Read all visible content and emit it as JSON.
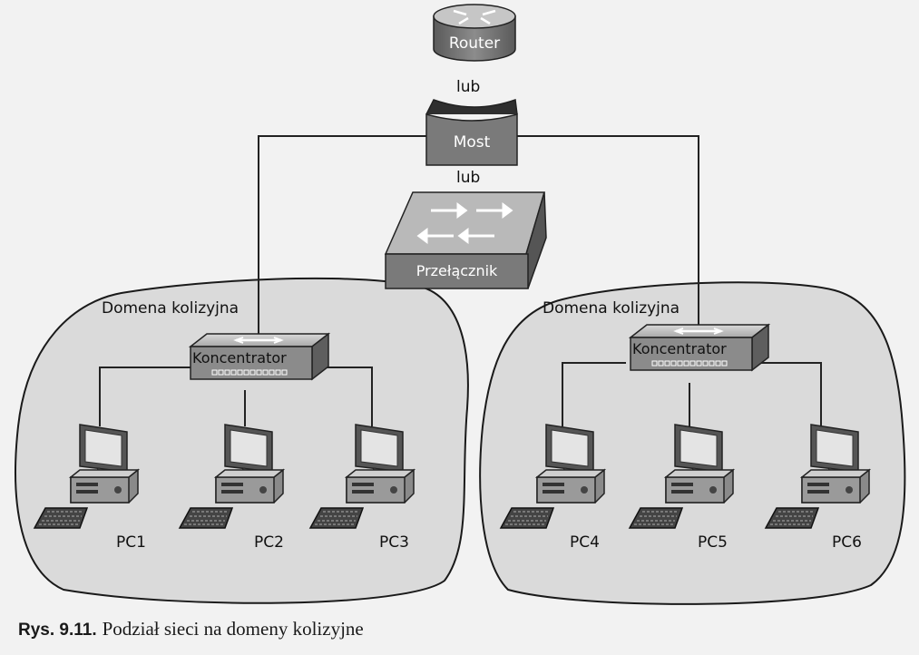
{
  "devices": {
    "router": "Router",
    "or_1": "lub",
    "bridge": "Most",
    "or_2": "lub",
    "switch": "Przełącznik"
  },
  "domains": [
    {
      "label": "Domena kolizyjna",
      "hub": "Koncentrator",
      "pcs": [
        "PC1",
        "PC2",
        "PC3"
      ]
    },
    {
      "label": "Domena kolizyjna",
      "hub": "Koncentrator",
      "pcs": [
        "PC4",
        "PC5",
        "PC6"
      ]
    }
  ],
  "caption": {
    "number": "Rys. 9.11.",
    "text": "Podział sieci na domeny kolizyjne"
  },
  "icons": {
    "router": "router-icon",
    "bridge": "bridge-icon",
    "switch": "switch-icon",
    "hub": "hub-icon",
    "pc": "computer-icon",
    "keyboard": "keyboard-icon"
  },
  "colors": {
    "device_fill": "#7a7a7a",
    "device_dark": "#444444",
    "domain_fill": "#dcdcdc",
    "line": "#222222"
  }
}
